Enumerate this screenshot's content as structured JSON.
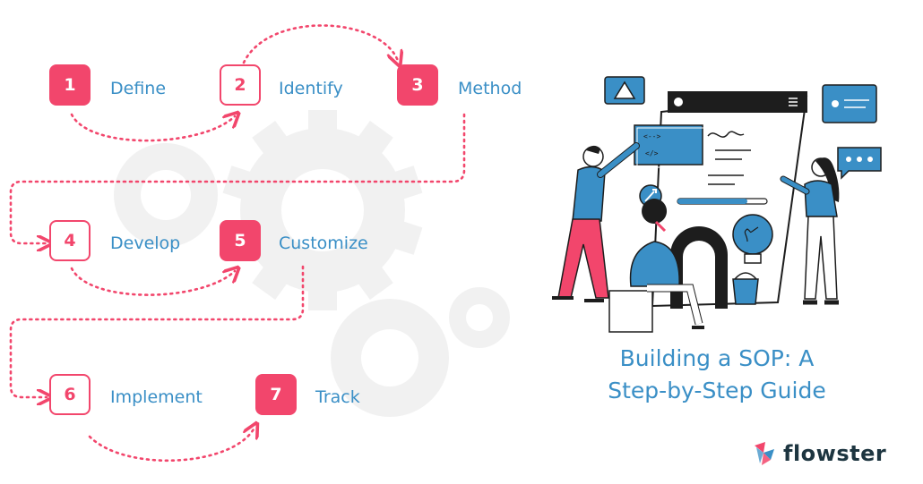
{
  "title": {
    "line1": "Building a SOP: A",
    "line2": "Step-by-Step Guide"
  },
  "brand": {
    "name": "flowster",
    "logo_lettering": "flowster"
  },
  "steps": [
    {
      "number": "1",
      "label": "Define",
      "style": "filled"
    },
    {
      "number": "2",
      "label": "Identify",
      "style": "outline"
    },
    {
      "number": "3",
      "label": "Method",
      "style": "filled"
    },
    {
      "number": "4",
      "label": "Develop",
      "style": "outline"
    },
    {
      "number": "5",
      "label": "Customize",
      "style": "filled"
    },
    {
      "number": "6",
      "label": "Implement",
      "style": "outline"
    },
    {
      "number": "7",
      "label": "Track",
      "style": "filled"
    }
  ],
  "colors": {
    "accent_pink": "#f2466c",
    "text_blue": "#3a8fc6",
    "illustration_blue": "#3a8fc6",
    "gear_gray": "#f1f1f1",
    "logo_dark": "#1d3540"
  },
  "illustration": {
    "screen_code_1": "<-->",
    "screen_code_2": "</>"
  }
}
